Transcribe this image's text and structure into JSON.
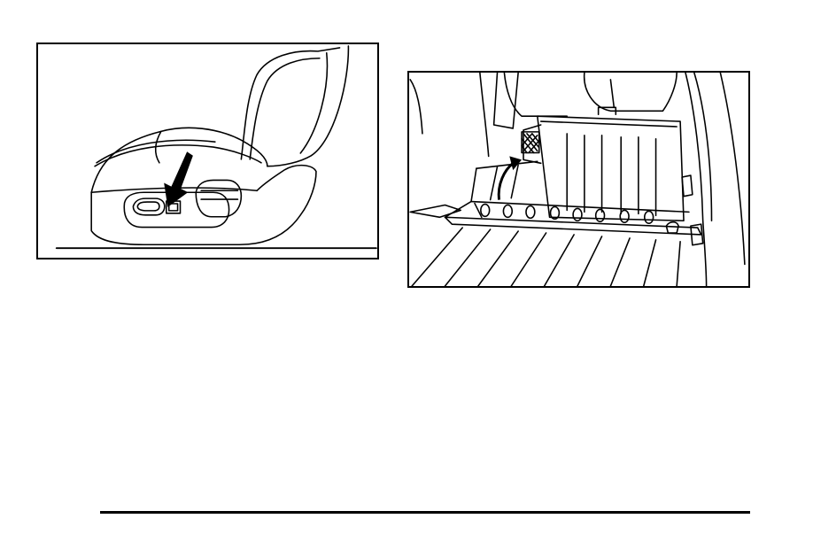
{
  "page": {
    "background_color": "#ffffff",
    "line_color": "#000000"
  },
  "figures": [
    {
      "name": "power-seat-control-illustration",
      "icon": "seat-control-drawing"
    },
    {
      "name": "cargo-floor-panel-illustration",
      "icon": "cargo-floor-drawing"
    }
  ]
}
